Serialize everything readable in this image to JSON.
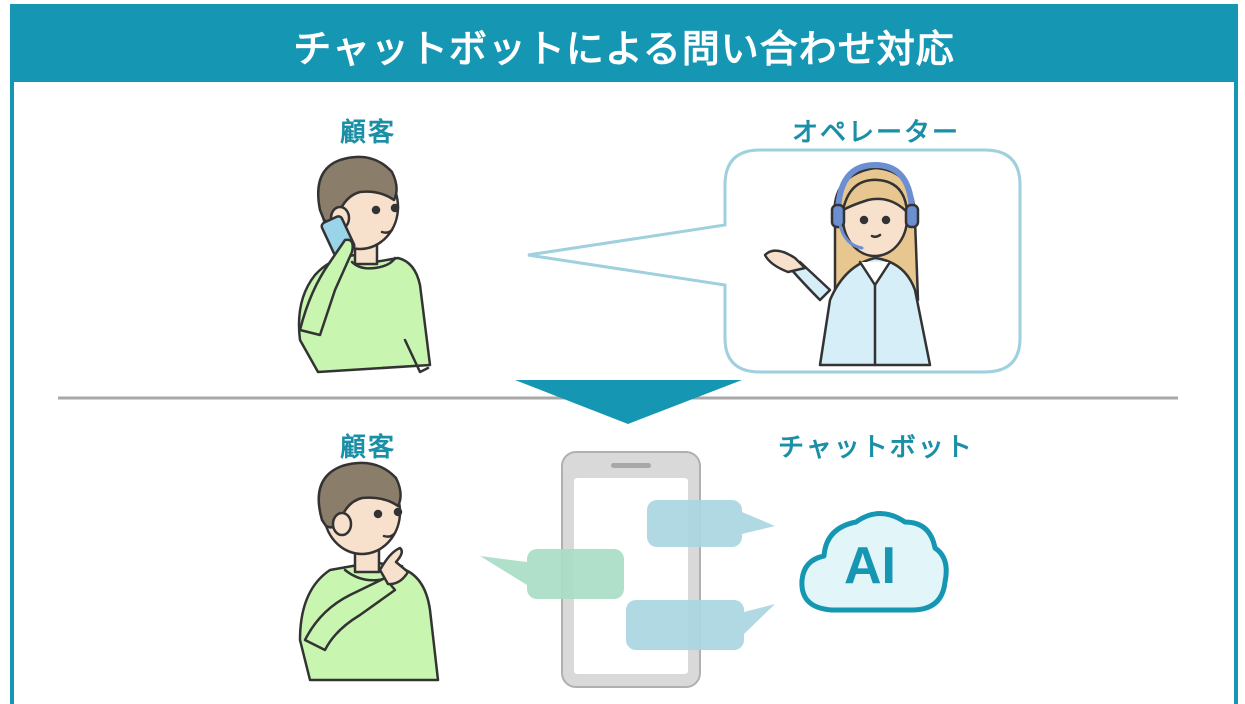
{
  "title": "チャットボットによる問い合わせ対応",
  "top_section": {
    "customer_label": "顧客",
    "operator_label": "オペレーター"
  },
  "bottom_section": {
    "customer_label": "顧客",
    "chatbot_label": "チャットボット",
    "ai_label": "AI"
  },
  "colors": {
    "accent": "#1597b3",
    "label": "#1a8fa6",
    "shirt": "#c8f5b0",
    "operator_shirt": "#d6eef7",
    "bubble_blue": "#a9d6e2",
    "bubble_green": "#a9dcc6"
  }
}
